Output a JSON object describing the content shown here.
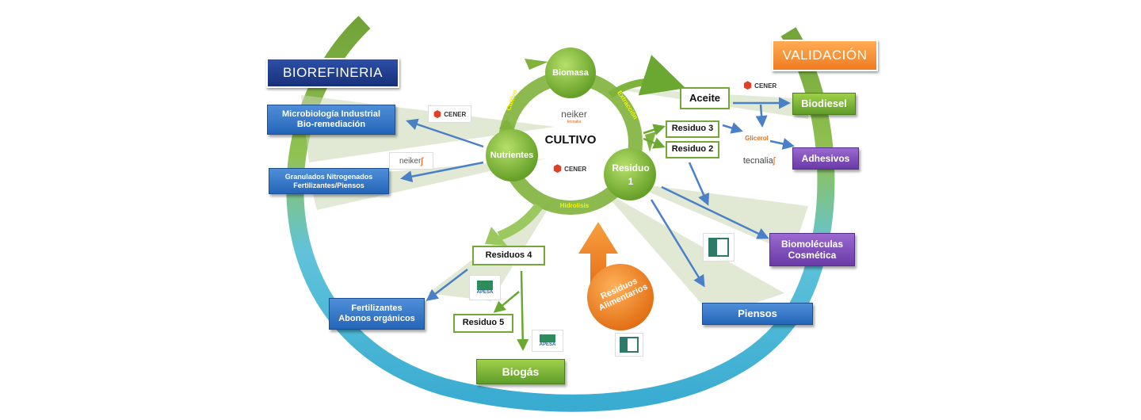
{
  "headers": {
    "biorefineria": "BIOREFINERIA",
    "validacion": "VALIDACIÓN"
  },
  "center": {
    "title": "CULTIVO"
  },
  "cycle_nodes": {
    "biomasa": "Biomasa",
    "nutrientes": "Nutrientes",
    "residuo1_a": "Residuo",
    "residuo1_b": "1"
  },
  "cycle_labels": {
    "cultivo": "Cultivo",
    "extraccion": "Extracción",
    "hidrolisis": "Hidrolisis"
  },
  "left_outputs": {
    "microbiologia_a": "Microbiología Industrial",
    "microbiologia_b": "Bio-remediación",
    "granulados_a": "Granulados Nitrogenados",
    "granulados_b": "Fertilizantes/Piensos",
    "fertilizantes_a": "Fertilizantes",
    "fertilizantes_b": "Abonos orgánicos"
  },
  "right_outputs": {
    "biodiesel": "Biodiesel",
    "adhesivos": "Adhesivos",
    "biomoleculas_a": "Biomoléculas",
    "biomoleculas_b": "Cosmética",
    "piensos": "Piensos",
    "biogas": "Biogás"
  },
  "intermediates": {
    "aceite": "Aceite",
    "residuo3": "Residuo 3",
    "residuo2": "Residuo 2",
    "glicerol": "Glicerol",
    "residuos4": "Residuos 4",
    "residuo5": "Residuo 5"
  },
  "input": {
    "line1": "Residuos",
    "line2": "Alimentarios"
  },
  "logos": {
    "cener": "CENER",
    "neiker": "neiker",
    "neiker_sub": "tecnalia",
    "tecnalia": "tecnalia",
    "apesa": "APESA"
  },
  "colors": {
    "blue": "#2f6fc0",
    "purple": "#7a45b5",
    "green": "#6aa832",
    "orange": "#f08a2a",
    "header_blue": "#1f3c8c",
    "header_orange": "#f59a3c",
    "ring_top": "#6aa030",
    "ring_bottom": "#3cb4d8"
  }
}
